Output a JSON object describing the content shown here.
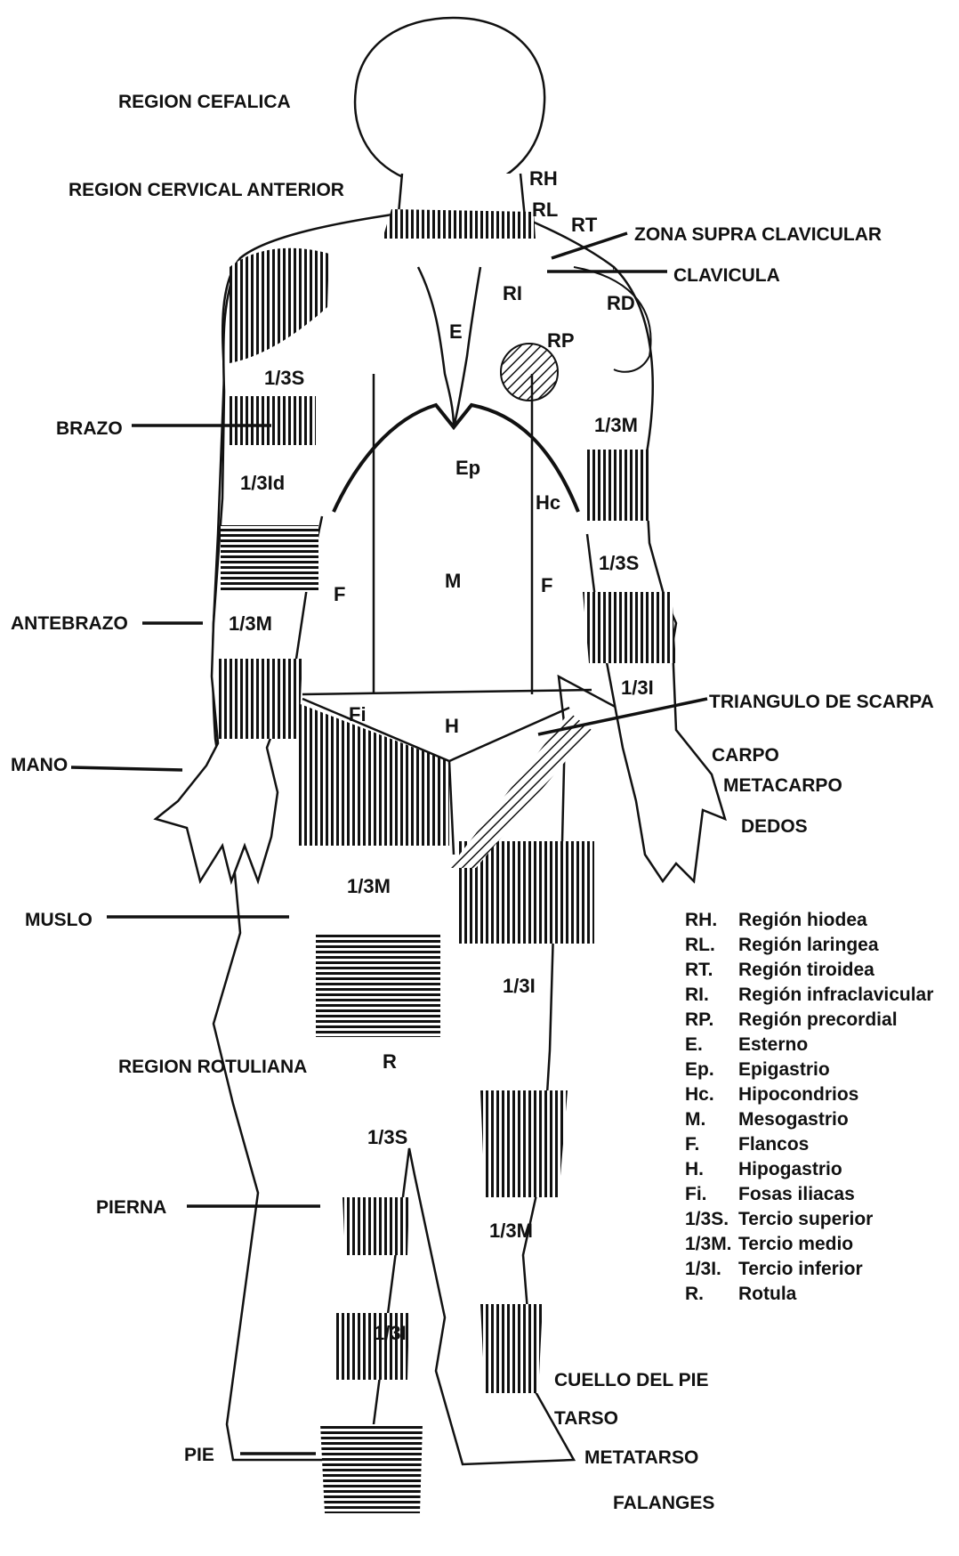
{
  "outer_labels": {
    "region_cefalica": "REGION  CEFALICA",
    "region_cervical_anterior": "REGION CERVICAL ANTERIOR",
    "zona_supra_clavicular": "ZONA SUPRA CLAVICULAR",
    "clavicula": "CLAVICULA",
    "brazo": "BRAZO",
    "antebrazo": "ANTEBRAZO",
    "mano": "MANO",
    "triangulo_de_scarpa": "TRIANGULO DE SCARPA",
    "carpo": "CARPO",
    "metacarpo": "METACARPO",
    "dedos": "DEDOS",
    "muslo": "MUSLO",
    "region_rotuliana": "REGION ROTULIANA",
    "pierna": "PIERNA",
    "pie": "PIE",
    "cuello_del_pie": "CUELLO DEL PIE",
    "tarso": "TARSO",
    "metatarso": "METATARSO",
    "falanges": "FALANGES"
  },
  "region_labels": {
    "rh": "RH",
    "rl": "RL",
    "rt": "RT",
    "ri": "RI",
    "rd": "RD",
    "rp": "RP",
    "e": "E",
    "ep": "Ep",
    "hc": "Hc",
    "m": "M",
    "f_right": "F",
    "f_left": "F",
    "fi": "Fi",
    "h": "H",
    "r": "R",
    "arm_r_upper": "1/3S",
    "arm_r_lower": "1/3Id",
    "forearm_r_mid": "1/3M",
    "arm_l_mid": "1/3M",
    "forearm_l_sup": "1/3S",
    "forearm_l_inf": "1/3I",
    "thigh_r_mid": "1/3M",
    "thigh_l_inf": "1/3I",
    "leg_r_sup": "1/3S",
    "leg_l_mid": "1/3M",
    "leg_r_inf": "1/3I"
  },
  "legend": [
    {
      "abbr": "RH.",
      "desc": "Región hiodea"
    },
    {
      "abbr": "RL.",
      "desc": "Región laringea"
    },
    {
      "abbr": "RT.",
      "desc": "Región tiroidea"
    },
    {
      "abbr": "RI.",
      "desc": "Región infraclavicular"
    },
    {
      "abbr": "RP.",
      "desc": "Región precordial"
    },
    {
      "abbr": "E.",
      "desc": "Esterno"
    },
    {
      "abbr": "Ep.",
      "desc": "Epigastrio"
    },
    {
      "abbr": "Hc.",
      "desc": "Hipocondrios"
    },
    {
      "abbr": "M.",
      "desc": "Mesogastrio"
    },
    {
      "abbr": "F.",
      "desc": "Flancos"
    },
    {
      "abbr": "H.",
      "desc": "Hipogastrio"
    },
    {
      "abbr": "Fi.",
      "desc": "Fosas iliacas"
    },
    {
      "abbr": "1/3S.",
      "desc": "Tercio superior"
    },
    {
      "abbr": "1/3M.",
      "desc": "Tercio medio"
    },
    {
      "abbr": "1/3I.",
      "desc": "Tercio inferior"
    },
    {
      "abbr": "R.",
      "desc": "Rotula"
    }
  ]
}
